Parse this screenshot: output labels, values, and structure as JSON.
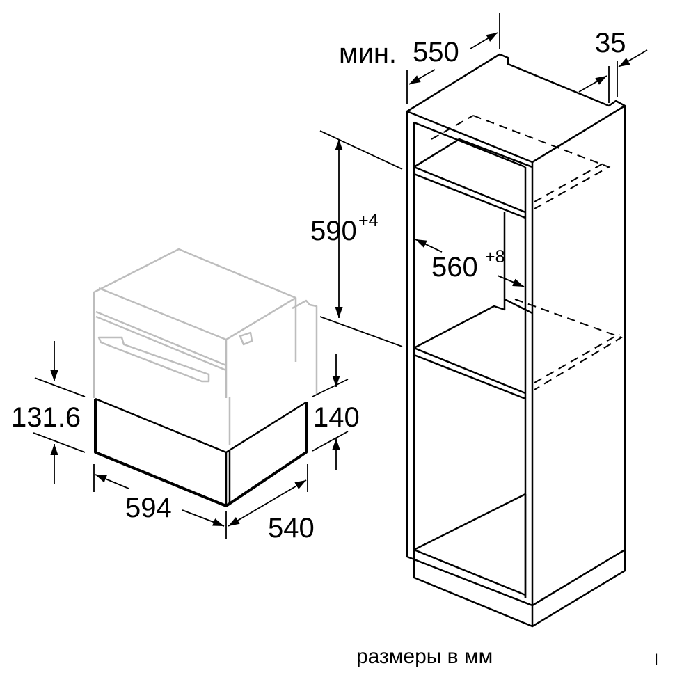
{
  "dimensions": {
    "cabinet_width": {
      "prefix": "мин.",
      "value": "550"
    },
    "cabinet_side": {
      "value": "35"
    },
    "niche_height": {
      "value": "590",
      "tolerance": "+4"
    },
    "niche_width": {
      "value": "560",
      "tolerance": "+8"
    },
    "drawer_height_front": {
      "value": "131.6"
    },
    "drawer_height_side": {
      "value": "140"
    },
    "drawer_width": {
      "value": "594"
    },
    "drawer_depth": {
      "value": "540"
    }
  },
  "caption": "размеры в мм",
  "corner_mark": "I"
}
